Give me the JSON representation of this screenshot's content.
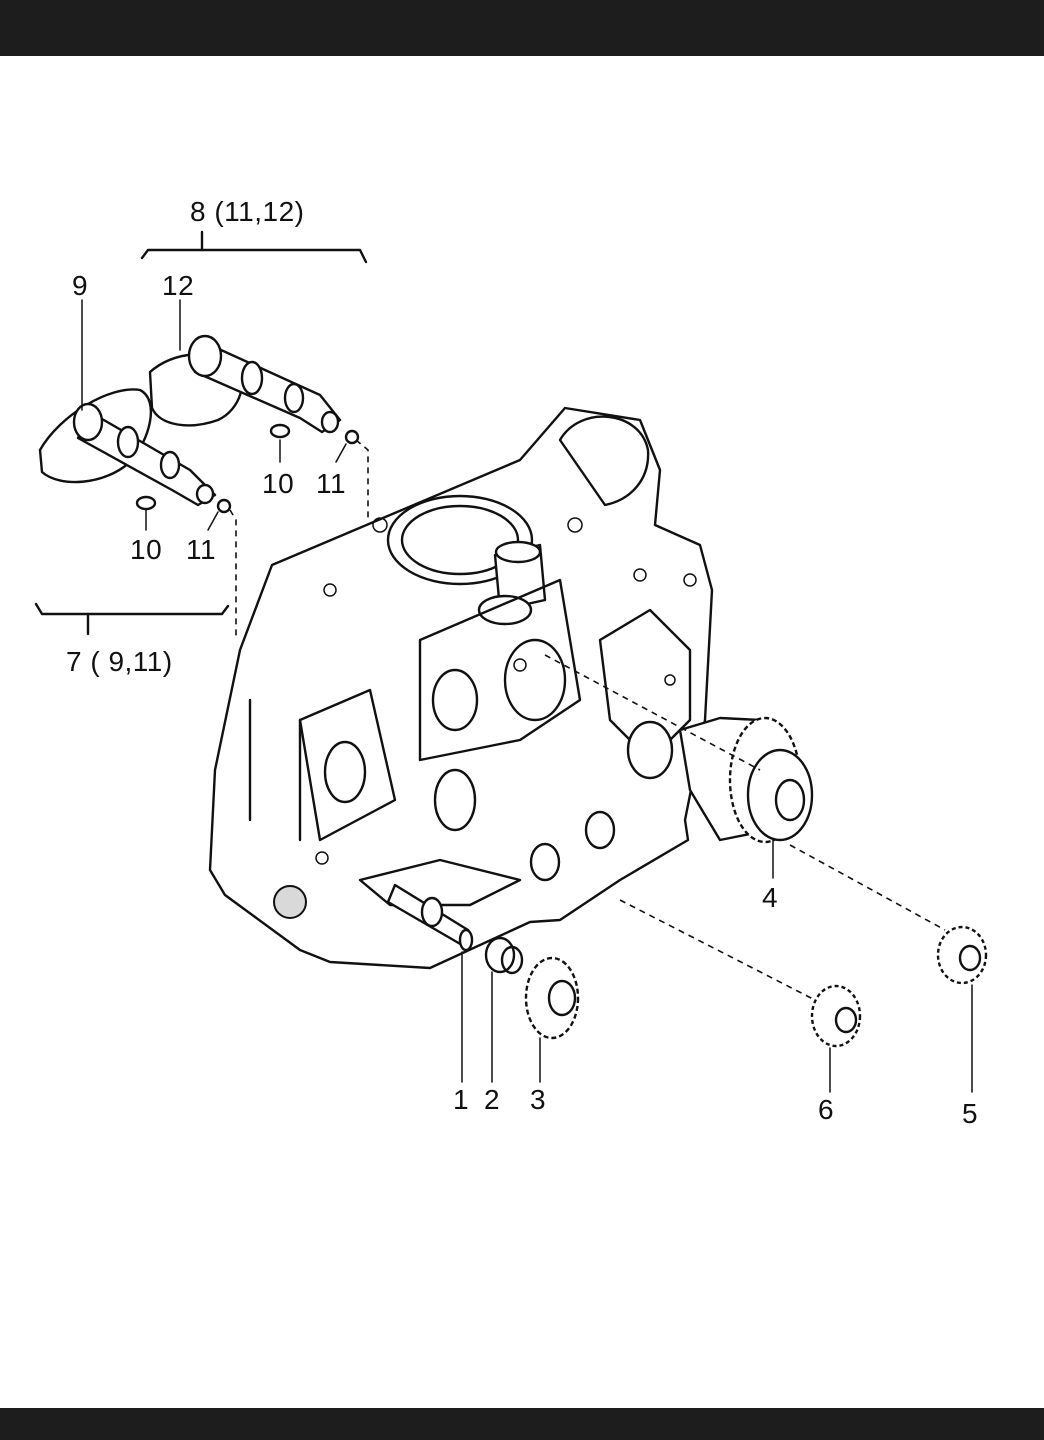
{
  "frame": {
    "band_color": "#1d1d1d",
    "background": "#ffffff"
  },
  "callouts": {
    "group_8": "8 (11,12)",
    "group_7": "7 ( 9,11)",
    "p9": "9",
    "p12": "12",
    "p10a": "10",
    "p11a": "11",
    "p10b": "10",
    "p11b": "11",
    "p1": "1",
    "p2": "2",
    "p3": "3",
    "p4": "4",
    "p5": "5",
    "p6": "6"
  }
}
